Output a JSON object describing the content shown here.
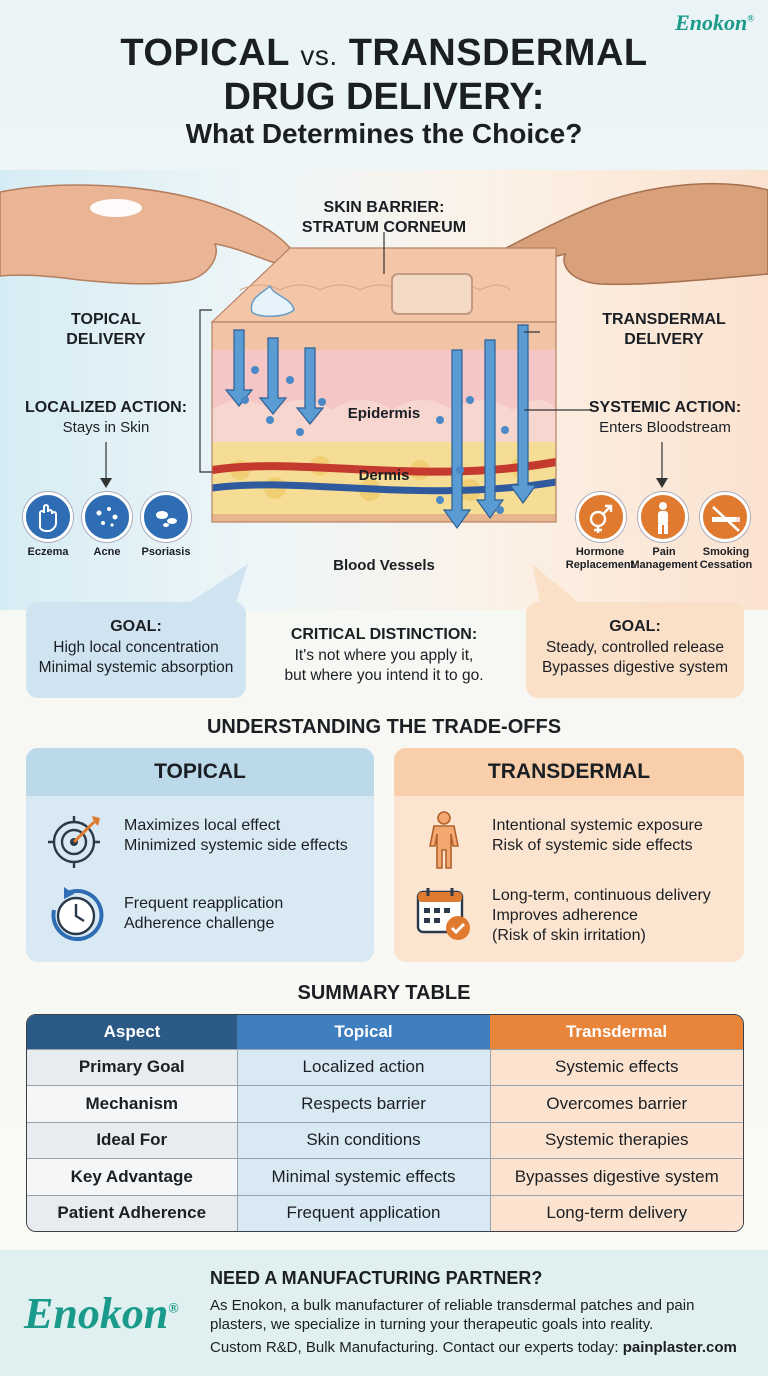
{
  "brand": {
    "name": "Enokon",
    "mark": "®"
  },
  "header": {
    "title_a": "TOPICAL",
    "title_vs": "vs.",
    "title_b": "TRANSDERMAL",
    "title_line2": "DRUG DELIVERY:",
    "subtitle": "What Determines the Choice?"
  },
  "diagram": {
    "barrier_line1": "SKIN BARRIER:",
    "barrier_line2": "STRATUM CORNEUM",
    "layer_epidermis": "Epidermis",
    "layer_dermis": "Dermis",
    "layer_vessels": "Blood Vessels",
    "left": {
      "title_line1": "TOPICAL",
      "title_line2": "DELIVERY",
      "action_title": "LOCALIZED ACTION:",
      "action_text": "Stays in Skin",
      "conditions": [
        {
          "label": "Eczema",
          "icon": "hand-icon"
        },
        {
          "label": "Acne",
          "icon": "acne-icon"
        },
        {
          "label": "Psoriasis",
          "icon": "psoriasis-icon"
        }
      ]
    },
    "right": {
      "title_line1": "TRANSDERMAL",
      "title_line2": "DELIVERY",
      "action_title": "SYSTEMIC ACTION:",
      "action_text": "Enters Bloodstream",
      "conditions": [
        {
          "label_line1": "Hormone",
          "label_line2": "Replacement",
          "icon": "gender-symbol-icon"
        },
        {
          "label_line1": "Pain",
          "label_line2": "Management",
          "icon": "body-pain-icon"
        },
        {
          "label_line1": "Smoking",
          "label_line2": "Cessation",
          "icon": "no-smoking-icon"
        }
      ]
    }
  },
  "goals": {
    "left": {
      "title": "GOAL:",
      "line1": "High local concentration",
      "line2": "Minimal systemic absorption"
    },
    "right": {
      "title": "GOAL:",
      "line1": "Steady, controlled release",
      "line2": "Bypasses digestive system"
    },
    "critical_title": "CRITICAL DISTINCTION:",
    "critical_line1": "It's not where you apply it,",
    "critical_line2": "but where you intend it to go."
  },
  "tradeoffs": {
    "title": "UNDERSTANDING THE TRADE-OFFS",
    "topical": {
      "heading": "TOPICAL",
      "rows": [
        {
          "icon": "target-icon",
          "lines": [
            "Maximizes local effect",
            "Minimized systemic side effects"
          ]
        },
        {
          "icon": "clock-refresh-icon",
          "lines": [
            "Frequent reapplication",
            "Adherence challenge"
          ]
        }
      ]
    },
    "transdermal": {
      "heading": "TRANSDERMAL",
      "rows": [
        {
          "icon": "human-body-icon",
          "lines": [
            "Intentional systemic exposure",
            "Risk of systemic side effects"
          ]
        },
        {
          "icon": "calendar-check-icon",
          "lines": [
            "Long-term, continuous delivery",
            "Improves adherence",
            "(Risk of skin irritation)"
          ]
        }
      ]
    }
  },
  "summary": {
    "title": "SUMMARY TABLE",
    "headers": [
      "Aspect",
      "Topical",
      "Transdermal"
    ],
    "rows": [
      [
        "Primary Goal",
        "Localized action",
        "Systemic effects"
      ],
      [
        "Mechanism",
        "Respects barrier",
        "Overcomes barrier"
      ],
      [
        "Ideal For",
        "Skin conditions",
        "Systemic therapies"
      ],
      [
        "Key Advantage",
        "Minimal systemic effects",
        "Bypasses digestive system"
      ],
      [
        "Patient Adherence",
        "Frequent application",
        "Long-term delivery"
      ]
    ]
  },
  "footer": {
    "title": "NEED A MANUFACTURING PARTNER?",
    "text": "As Enokon, a bulk manufacturer of reliable transdermal patches and pain plasters, we  specialize in turning your therapeutic goals into reality.",
    "contact_prefix": "Custom R&D, Bulk Manufacturing. Contact our experts today: ",
    "contact_site": "painplaster.com"
  },
  "colors": {
    "topical_blue": "#2e6db4",
    "transdermal_orange": "#e07a2e",
    "brand_teal": "#1a9a8a"
  }
}
